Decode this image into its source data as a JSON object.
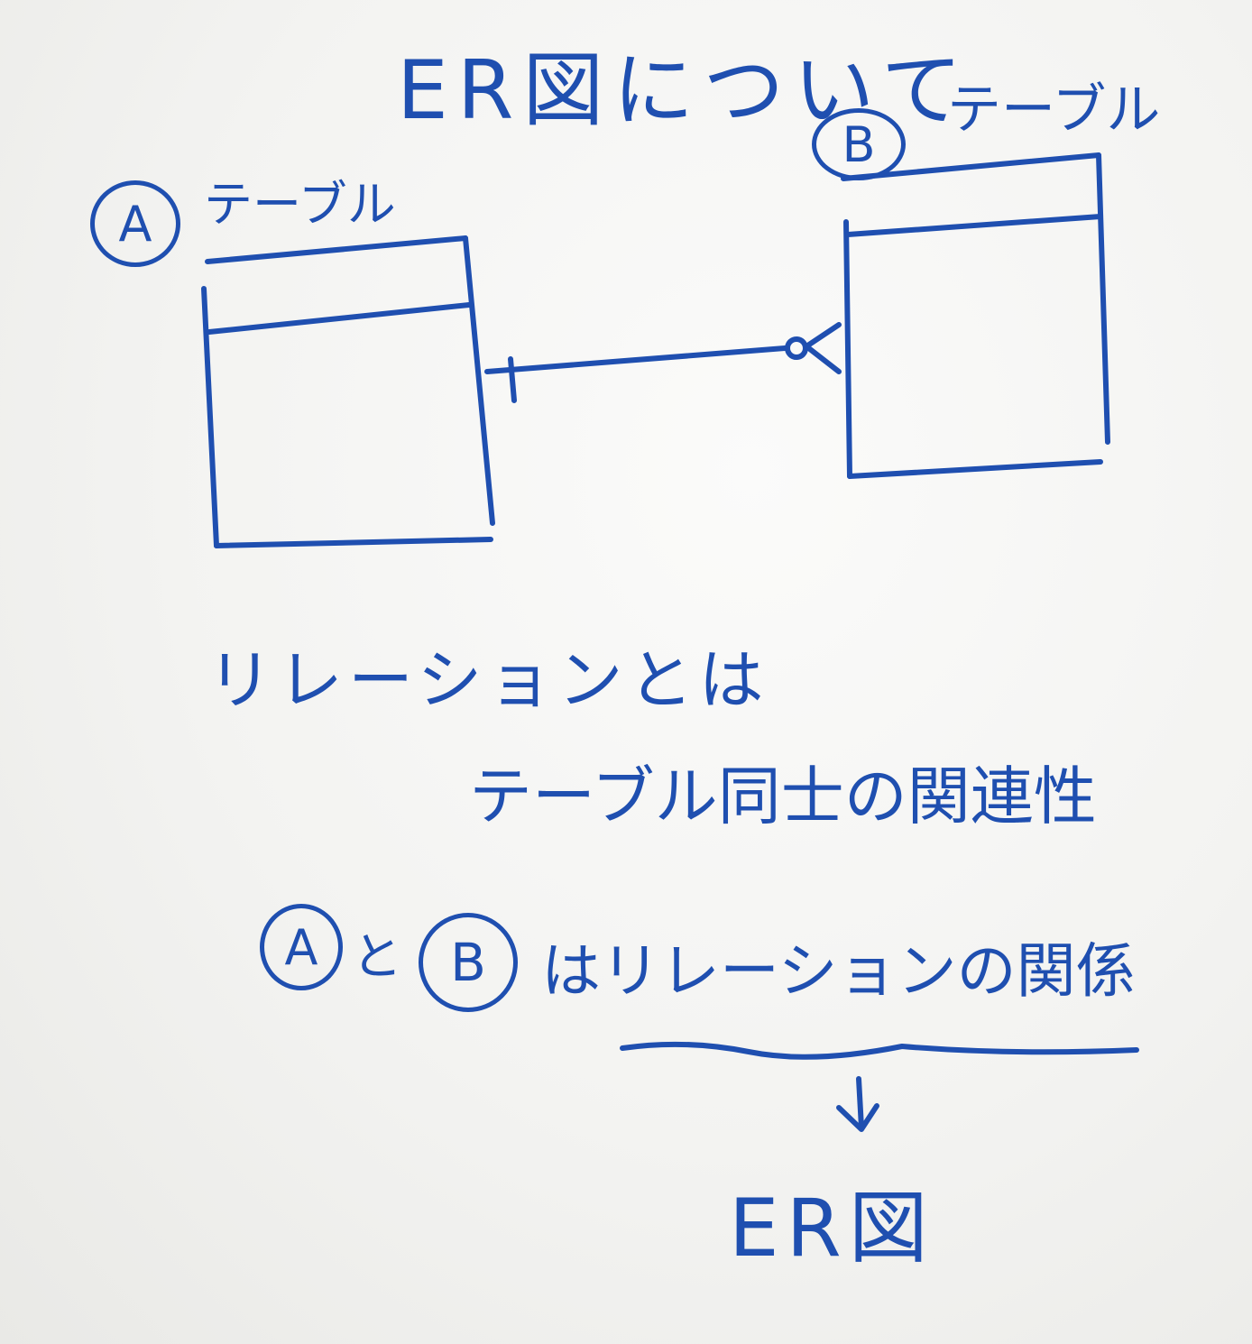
{
  "title": "ER図について",
  "table_a": {
    "marker": "A",
    "label": "テーブル"
  },
  "table_b": {
    "marker": "B",
    "label": "テーブル"
  },
  "relationship": {
    "a_end": "one",
    "b_end": "zero-or-many"
  },
  "definition": {
    "heading": "リレーションとは",
    "body": "テーブル同士の関連性"
  },
  "statement": {
    "left_marker": "A",
    "connector": "と",
    "right_marker": "B",
    "rest": "はリレーションの関係"
  },
  "result": "ER図",
  "colors": {
    "ink": "#1f4fb0",
    "board": "#f1f1ef"
  }
}
